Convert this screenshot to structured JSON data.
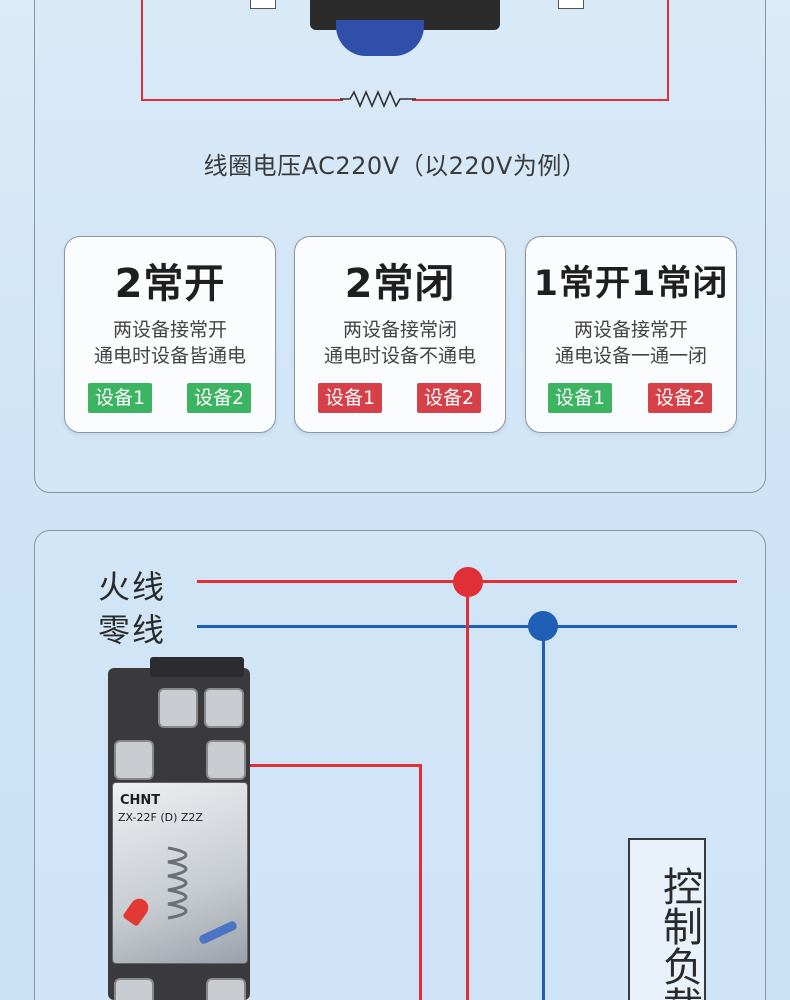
{
  "top": {
    "caption": "线圈电压AC220V（以220V为例）",
    "cards": [
      {
        "title": "2常开",
        "desc_line1": "两设备接常开",
        "desc_line2": "通电时设备皆通电",
        "badges": [
          {
            "label": "设备1",
            "color": "#3cb462"
          },
          {
            "label": "设备2",
            "color": "#3cb462"
          }
        ]
      },
      {
        "title": "2常闭",
        "desc_line1": "两设备接常闭",
        "desc_line2": "通电时设备不通电",
        "badges": [
          {
            "label": "设备1",
            "color": "#d64048"
          },
          {
            "label": "设备2",
            "color": "#d64048"
          }
        ]
      },
      {
        "title": "1常开1常闭",
        "desc_line1": "两设备接常开",
        "desc_line2": "通电设备一通一闭",
        "badges": [
          {
            "label": "设备1",
            "color": "#3cb462"
          },
          {
            "label": "设备2",
            "color": "#d64048"
          }
        ]
      }
    ]
  },
  "bottom": {
    "live_wire_label": "火线",
    "neutral_wire_label": "零线",
    "relay": {
      "brand": "CHNT",
      "model": "ZX-22F (D) Z2Z"
    },
    "load_label": "控制负载"
  },
  "colors": {
    "live": "#e03035",
    "neutral": "#1f5fb5",
    "green_badge": "#3cb462",
    "red_badge": "#d64048"
  }
}
